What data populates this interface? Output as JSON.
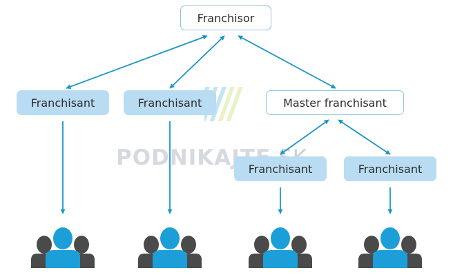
{
  "nodes": {
    "franchisor": "Franchisor",
    "franchisant_1": "Franchisant",
    "franchisant_2": "Franchisant",
    "master": "Master franchisant",
    "franchisant_3": "Franchisant",
    "franchisant_4": "Franchisant"
  },
  "watermark": {
    "main": "PODNIKAJTE",
    "suffix": ".SK"
  },
  "colors": {
    "arrow": "#1b95c8",
    "box_fill": "#b9dcf2",
    "box_border": "#8fc3df",
    "person_dark": "#4a4a4a",
    "person_blue": "#1c9fd9"
  },
  "icons": [
    "people-group-icon",
    "people-group-icon",
    "people-group-icon",
    "people-group-icon"
  ]
}
